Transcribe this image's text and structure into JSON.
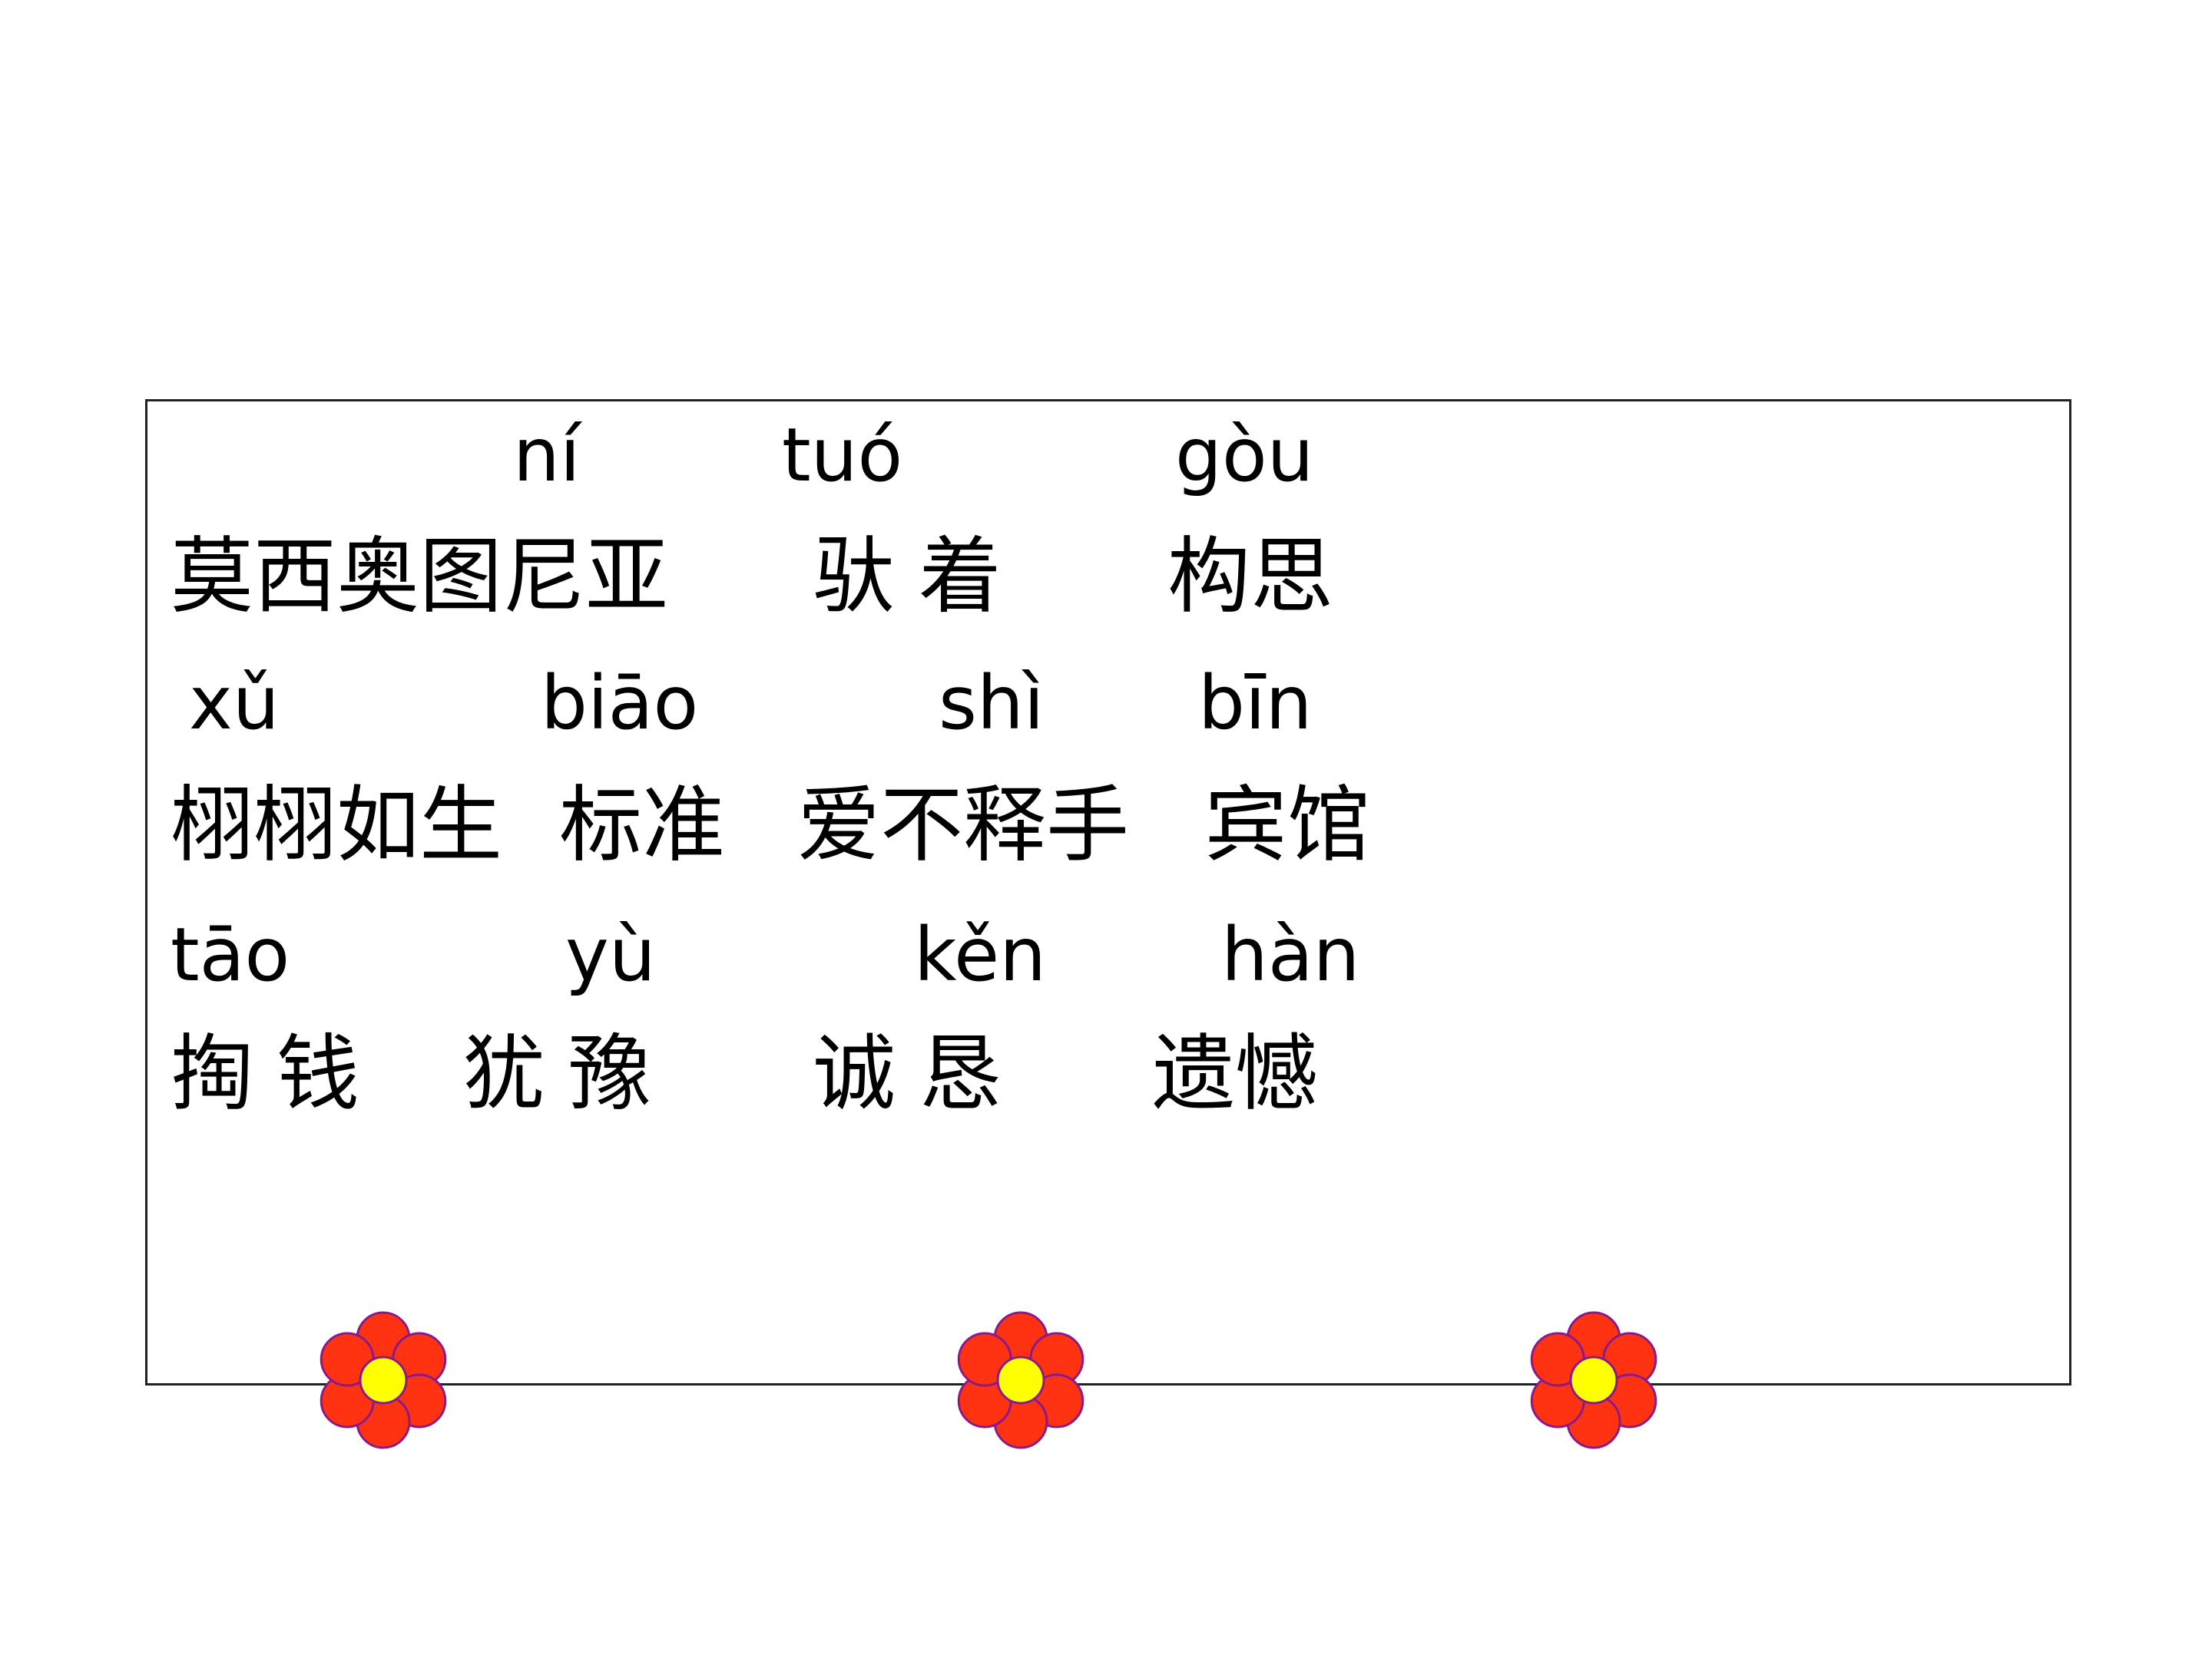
{
  "rows": [
    {
      "pinyin": [
        "ní",
        "tuó",
        "gòu"
      ],
      "words": [
        "莫西奥图尼亚",
        "驮着",
        "构思"
      ]
    },
    {
      "pinyin": [
        "xǔ",
        "biāo",
        "shì",
        "bīn"
      ],
      "words": [
        "栩栩如生",
        "标准",
        "爱不释手",
        "宾馆"
      ]
    },
    {
      "pinyin": [
        "tāo",
        "yù",
        "kěn",
        "hàn"
      ],
      "words": [
        "掏钱",
        "犹豫",
        "诚恳",
        "遗憾"
      ]
    }
  ],
  "colors": {
    "petal": "#ff3311",
    "petal_stroke": "#8a1a8a",
    "center": "#ffff00",
    "border": "#222222"
  }
}
